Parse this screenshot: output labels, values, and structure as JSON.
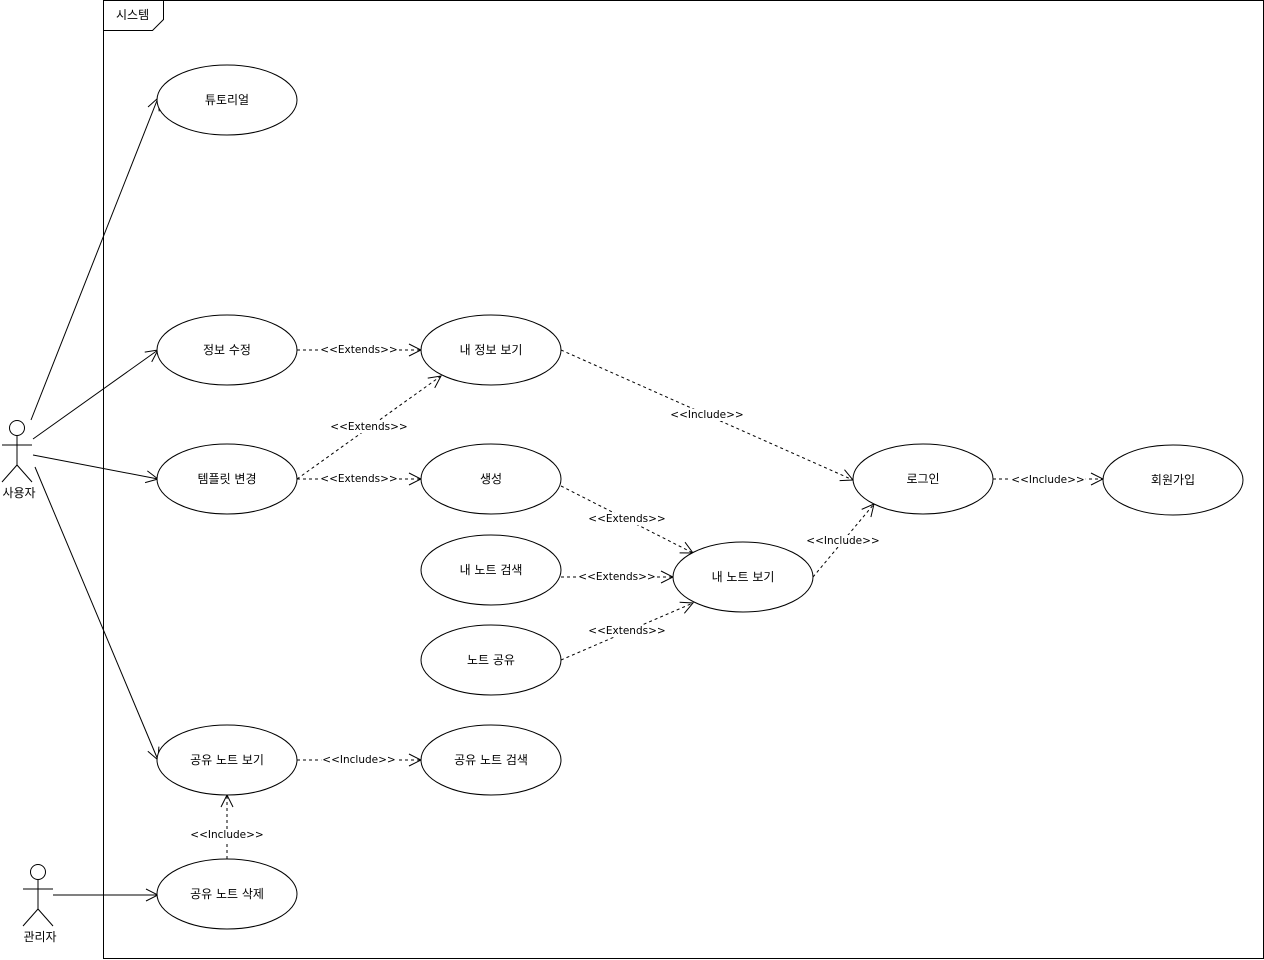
{
  "system": {
    "title": "시스템"
  },
  "actors": [
    {
      "id": "user",
      "label": "사용자"
    },
    {
      "id": "admin",
      "label": "관리자"
    }
  ],
  "use_cases": [
    {
      "id": "tutorial",
      "label": "튜토리얼"
    },
    {
      "id": "edit_info",
      "label": "정보 수정"
    },
    {
      "id": "view_my_info",
      "label": "내 정보 보기"
    },
    {
      "id": "change_template",
      "label": "템플릿 변경"
    },
    {
      "id": "create",
      "label": "생성"
    },
    {
      "id": "login",
      "label": "로그인"
    },
    {
      "id": "signup",
      "label": "회원가입"
    },
    {
      "id": "search_my_note",
      "label": "내 노트 검색"
    },
    {
      "id": "view_my_note",
      "label": "내 노트 보기"
    },
    {
      "id": "share_note",
      "label": "노트 공유"
    },
    {
      "id": "view_shared_note",
      "label": "공유 노트 보기"
    },
    {
      "id": "search_shared_note",
      "label": "공유 노트 검색"
    },
    {
      "id": "delete_shared_note",
      "label": "공유 노트 삭제"
    }
  ],
  "associations": [
    {
      "from": "user",
      "to": "tutorial"
    },
    {
      "from": "user",
      "to": "edit_info"
    },
    {
      "from": "user",
      "to": "change_template"
    },
    {
      "from": "user",
      "to": "view_shared_note"
    },
    {
      "from": "admin",
      "to": "delete_shared_note"
    }
  ],
  "dependencies": [
    {
      "from": "edit_info",
      "to": "view_my_info",
      "label": "<<Extends>>"
    },
    {
      "from": "change_template",
      "to": "view_my_info",
      "label": "<<Extends>>"
    },
    {
      "from": "change_template",
      "to": "create",
      "label": "<<Extends>>"
    },
    {
      "from": "view_my_info",
      "to": "login",
      "label": "<<Include>>"
    },
    {
      "from": "login",
      "to": "signup",
      "label": "<<Include>>"
    },
    {
      "from": "create",
      "to": "view_my_note",
      "label": "<<Extends>>"
    },
    {
      "from": "search_my_note",
      "to": "view_my_note",
      "label": "<<Extends>>"
    },
    {
      "from": "share_note",
      "to": "view_my_note",
      "label": "<<Extends>>"
    },
    {
      "from": "view_my_note",
      "to": "login",
      "label": "<<Include>>"
    },
    {
      "from": "view_shared_note",
      "to": "search_shared_note",
      "label": "<<Include>>"
    },
    {
      "from": "delete_shared_note",
      "to": "view_shared_note",
      "label": "<<Include>>"
    }
  ]
}
